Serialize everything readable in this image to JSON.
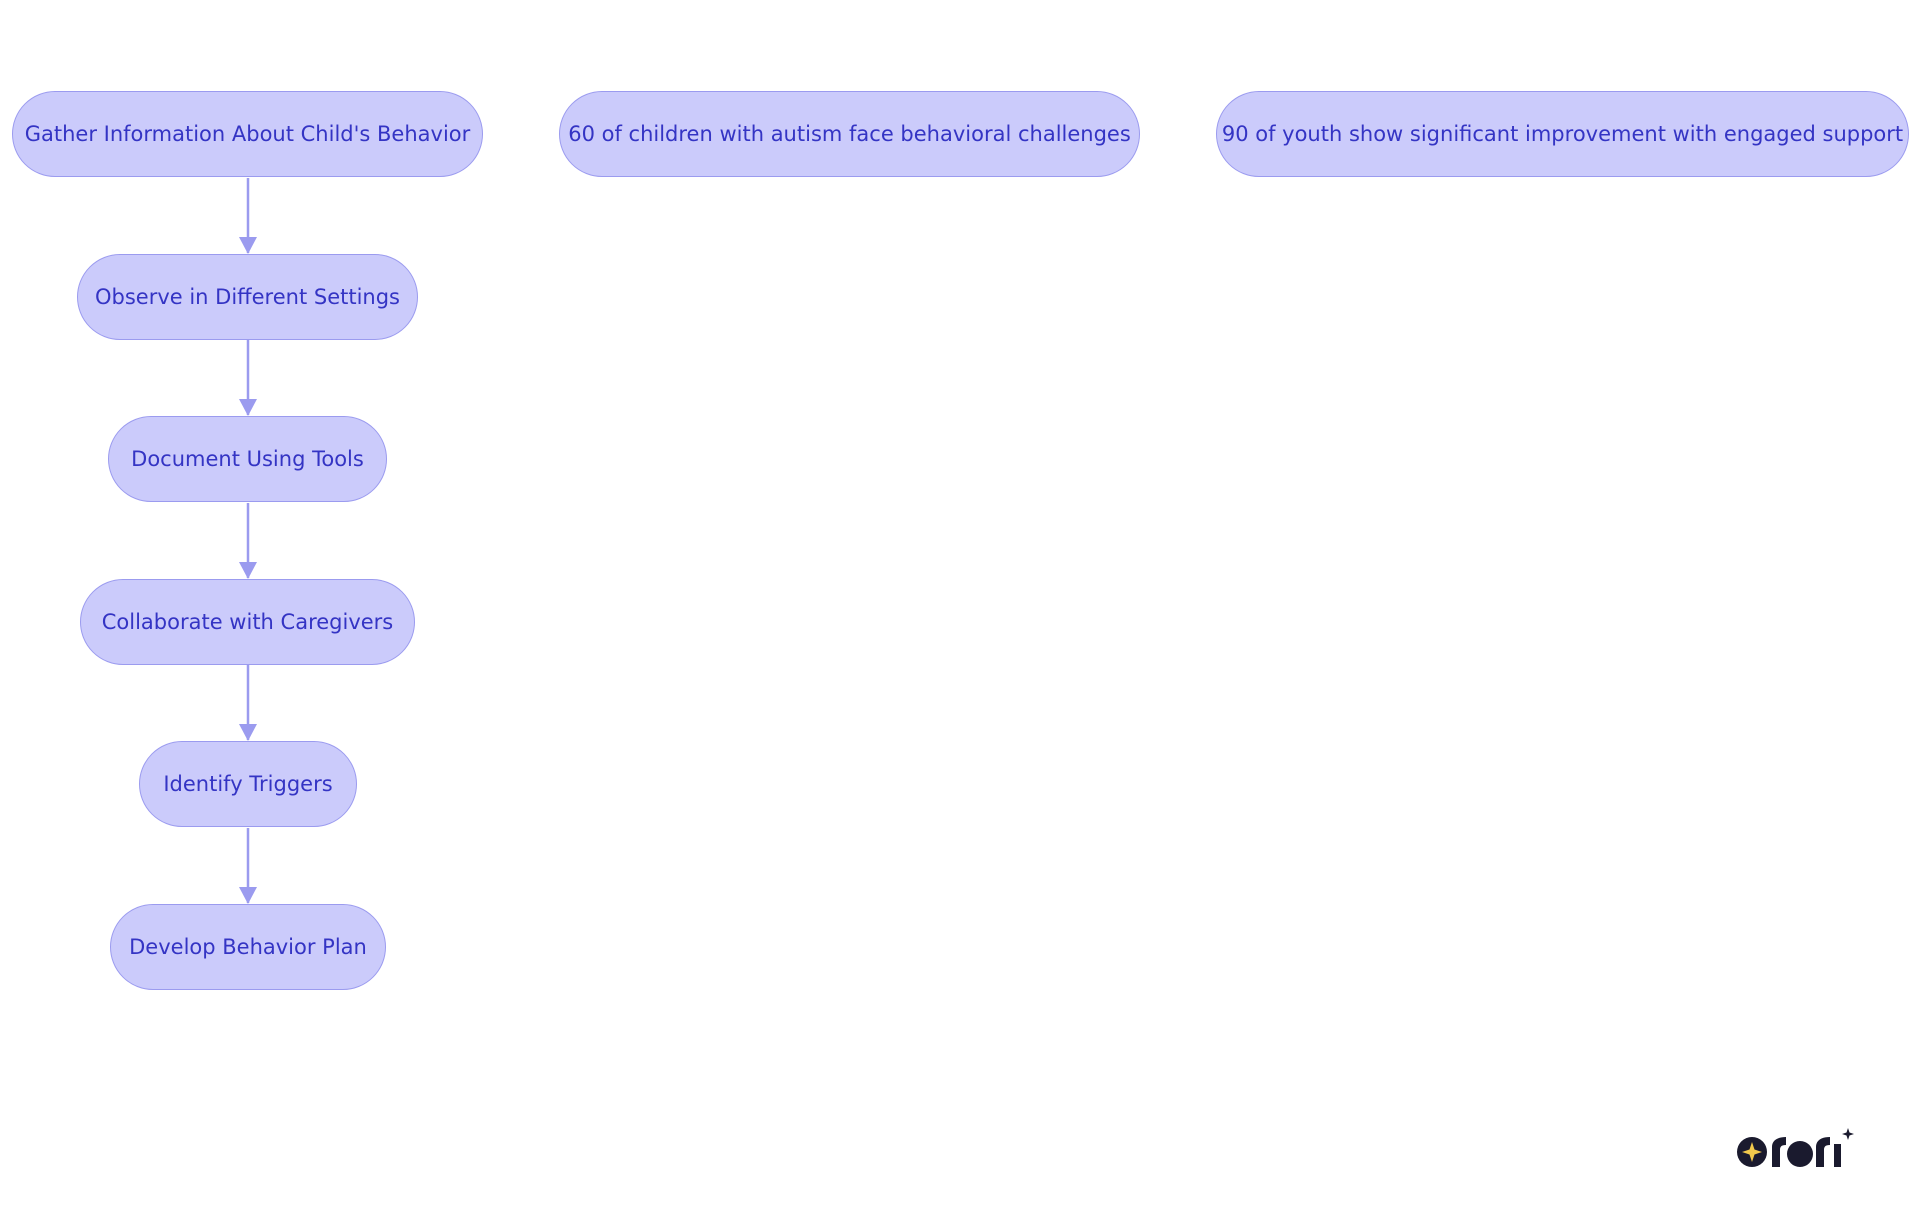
{
  "diagram": {
    "nodes": [
      {
        "id": "gather",
        "label": "Gather Information About Child's Behavior"
      },
      {
        "id": "observe",
        "label": "Observe in Different Settings"
      },
      {
        "id": "document",
        "label": "Document Using Tools"
      },
      {
        "id": "collaborate",
        "label": "Collaborate with Caregivers"
      },
      {
        "id": "identify",
        "label": "Identify Triggers"
      },
      {
        "id": "develop",
        "label": "Develop Behavior Plan"
      },
      {
        "id": "stat60",
        "label": "60 of children with autism face behavioral challenges"
      },
      {
        "id": "stat90",
        "label": "90 of youth show significant improvement with engaged support"
      }
    ],
    "edges": [
      {
        "from": "gather",
        "to": "observe"
      },
      {
        "from": "observe",
        "to": "document"
      },
      {
        "from": "document",
        "to": "collaborate"
      },
      {
        "from": "collaborate",
        "to": "identify"
      },
      {
        "from": "identify",
        "to": "develop"
      }
    ]
  },
  "logo": {
    "text": "rori"
  },
  "colors": {
    "node_fill": "#cbcbfb",
    "node_border": "#9b9bef",
    "node_text": "#3434c4",
    "edge": "#9b9bef",
    "logo": "#1a1a2e",
    "logo_star": "#f2c94c"
  }
}
